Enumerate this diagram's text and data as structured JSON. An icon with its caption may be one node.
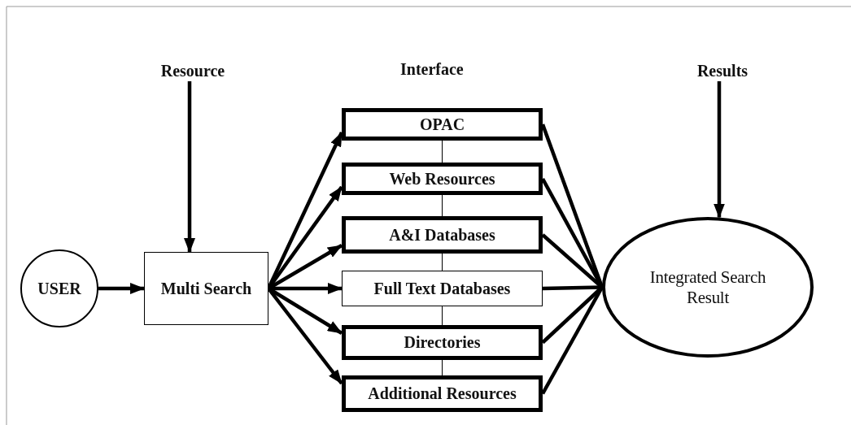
{
  "diagram": {
    "nodes": [
      {
        "text": [
          "USER"
        ]
      },
      {
        "text": [
          "Multi Search"
        ]
      },
      {
        "text": [
          "OPAC"
        ]
      },
      {
        "text": [
          "Web Resources"
        ]
      },
      {
        "text": [
          "A&I Databases"
        ]
      },
      {
        "text": [
          "Full Text Databases"
        ]
      },
      {
        "text": [
          "Directories"
        ]
      },
      {
        "text": [
          "Additional Resources"
        ]
      },
      {
        "text": [
          "Integrated Search Result"
        ]
      },
      {
        "text": [
          "Resource"
        ]
      },
      {
        "text": [
          "Results"
        ]
      }
    ],
    "edges": [
      {
        "from": 0,
        "to": 1,
        "arrow": "to"
      },
      {
        "from": 9,
        "to": 1,
        "arrow": "to"
      },
      {
        "from": 1,
        "to": 2,
        "arrow": "to"
      },
      {
        "from": 1,
        "to": 3,
        "arrow": "to"
      },
      {
        "from": 1,
        "to": 4,
        "arrow": "to"
      },
      {
        "from": 1,
        "to": 5,
        "arrow": "to"
      },
      {
        "from": 1,
        "to": 6,
        "arrow": "to"
      },
      {
        "from": 1,
        "to": 7,
        "arrow": "to"
      },
      {
        "from": 2,
        "to": 3,
        "arrow": "none"
      },
      {
        "from": 3,
        "to": 4,
        "arrow": "none"
      },
      {
        "from": 4,
        "to": 5,
        "arrow": "none"
      },
      {
        "from": 5,
        "to": 6,
        "arrow": "none"
      },
      {
        "from": 6,
        "to": 7,
        "arrow": "none"
      },
      {
        "from": 2,
        "to": 8,
        "arrow": "none"
      },
      {
        "from": 3,
        "to": 8,
        "arrow": "none"
      },
      {
        "from": 4,
        "to": 8,
        "arrow": "none"
      },
      {
        "from": 5,
        "to": 8,
        "arrow": "none"
      },
      {
        "from": 6,
        "to": 8,
        "arrow": "none"
      },
      {
        "from": 7,
        "to": 8,
        "arrow": "none"
      },
      {
        "from": 10,
        "to": 8,
        "arrow": "to"
      }
    ],
    "labels": [
      "Interface"
    ]
  }
}
